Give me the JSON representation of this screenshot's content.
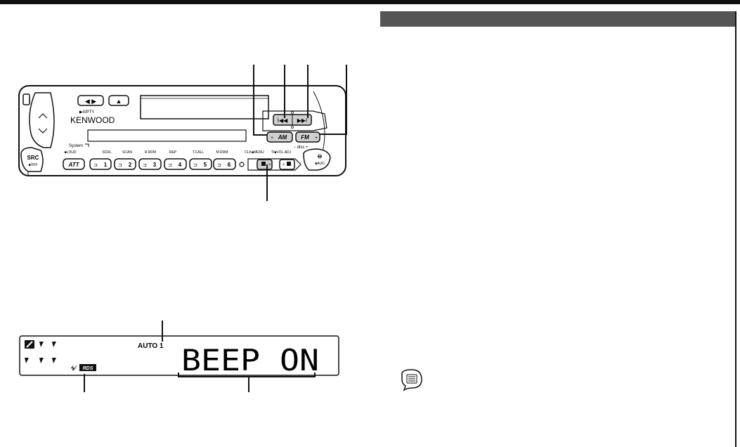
{
  "faceplate": {
    "brand": "KENWOOD",
    "system_label": "System",
    "play_pause_pty": "▶II/PTY",
    "src_label": "SRC",
    "src_sub": "■OFF",
    "loud_label": "■LOUD",
    "att_label": "ATT",
    "presets": [
      {
        "label": "1",
        "sub": "SCRL"
      },
      {
        "label": "2",
        "sub": "SCAN"
      },
      {
        "label": "3",
        "sub": "R.RDM"
      },
      {
        "label": "4",
        "sub": "REP"
      },
      {
        "label": "5",
        "sub": "T.CALL"
      },
      {
        "label": "6",
        "sub": "M.RDM"
      }
    ],
    "clk_menu": "CLK■MENU",
    "tivol_adj": "TI■VOL.ADJ",
    "am_label": "AM",
    "fm_label": "FM",
    "disc_label": "− disc +",
    "aud_label": "■AUD"
  },
  "display": {
    "auto_text": "AUTO 1",
    "main_text": "BEEP ON",
    "rds_text": "RDS"
  }
}
